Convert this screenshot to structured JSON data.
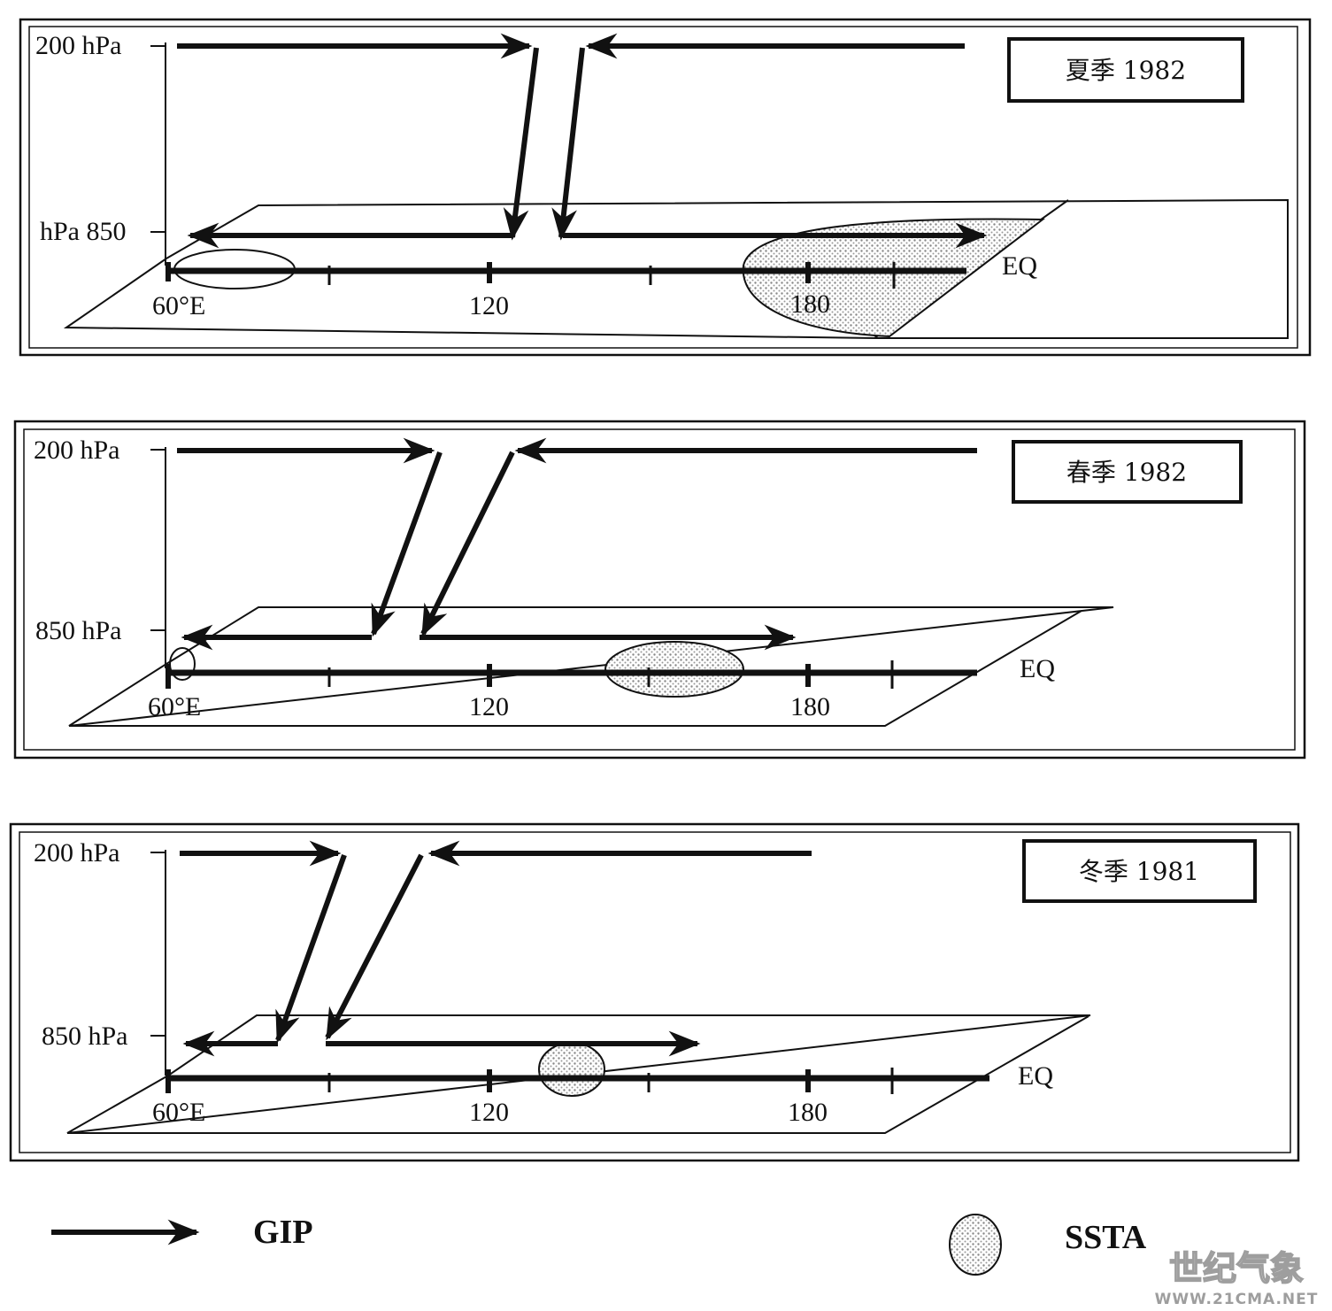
{
  "panels": [
    {
      "season_label": "夏季 1982",
      "upper_level": "200 hPa",
      "lower_level": "hPa 850",
      "lon_labels": [
        "60°E",
        "120",
        "180"
      ],
      "equator_label": "EQ"
    },
    {
      "season_label": "春季 1982",
      "upper_level": "200 hPa",
      "lower_level": "850 hPa",
      "lon_labels": [
        "60°E",
        "120",
        "180"
      ],
      "equator_label": "EQ"
    },
    {
      "season_label": "冬季 1981",
      "upper_level": "200 hPa",
      "lower_level": "850 hPa",
      "lon_labels": [
        "60°E",
        "120",
        "180"
      ],
      "equator_label": "EQ"
    }
  ],
  "legend": {
    "arrow_label": "GIP",
    "circle_label": "SSTA"
  },
  "watermark": {
    "title": "世纪气象",
    "url": "WWW.21CMA.NET"
  },
  "colors": {
    "ink": "#111111",
    "stipple": "#bdbdbd",
    "watermark": "#9e9e9e"
  }
}
